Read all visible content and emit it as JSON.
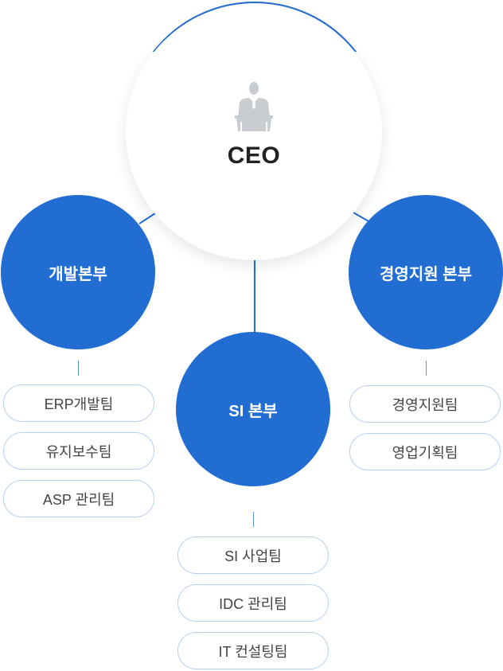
{
  "ceo": {
    "label": "CEO",
    "icon": "speaker-podium-icon"
  },
  "departments": [
    {
      "name": "개발본부",
      "teams": [
        "ERP개발팀",
        "유지보수팀",
        "ASP 관리팀"
      ]
    },
    {
      "name": "SI 본부",
      "teams": [
        "SI 사업팀",
        "IDC 관리팀",
        "IT 컨설팅팀"
      ]
    },
    {
      "name": "경영지원 본부",
      "teams": [
        "경영지원팀",
        "영업기획팀"
      ]
    }
  ],
  "colors": {
    "accent": "#226dd2",
    "pill_border": "#b7d0f2",
    "icon": "#c9ccd1"
  }
}
